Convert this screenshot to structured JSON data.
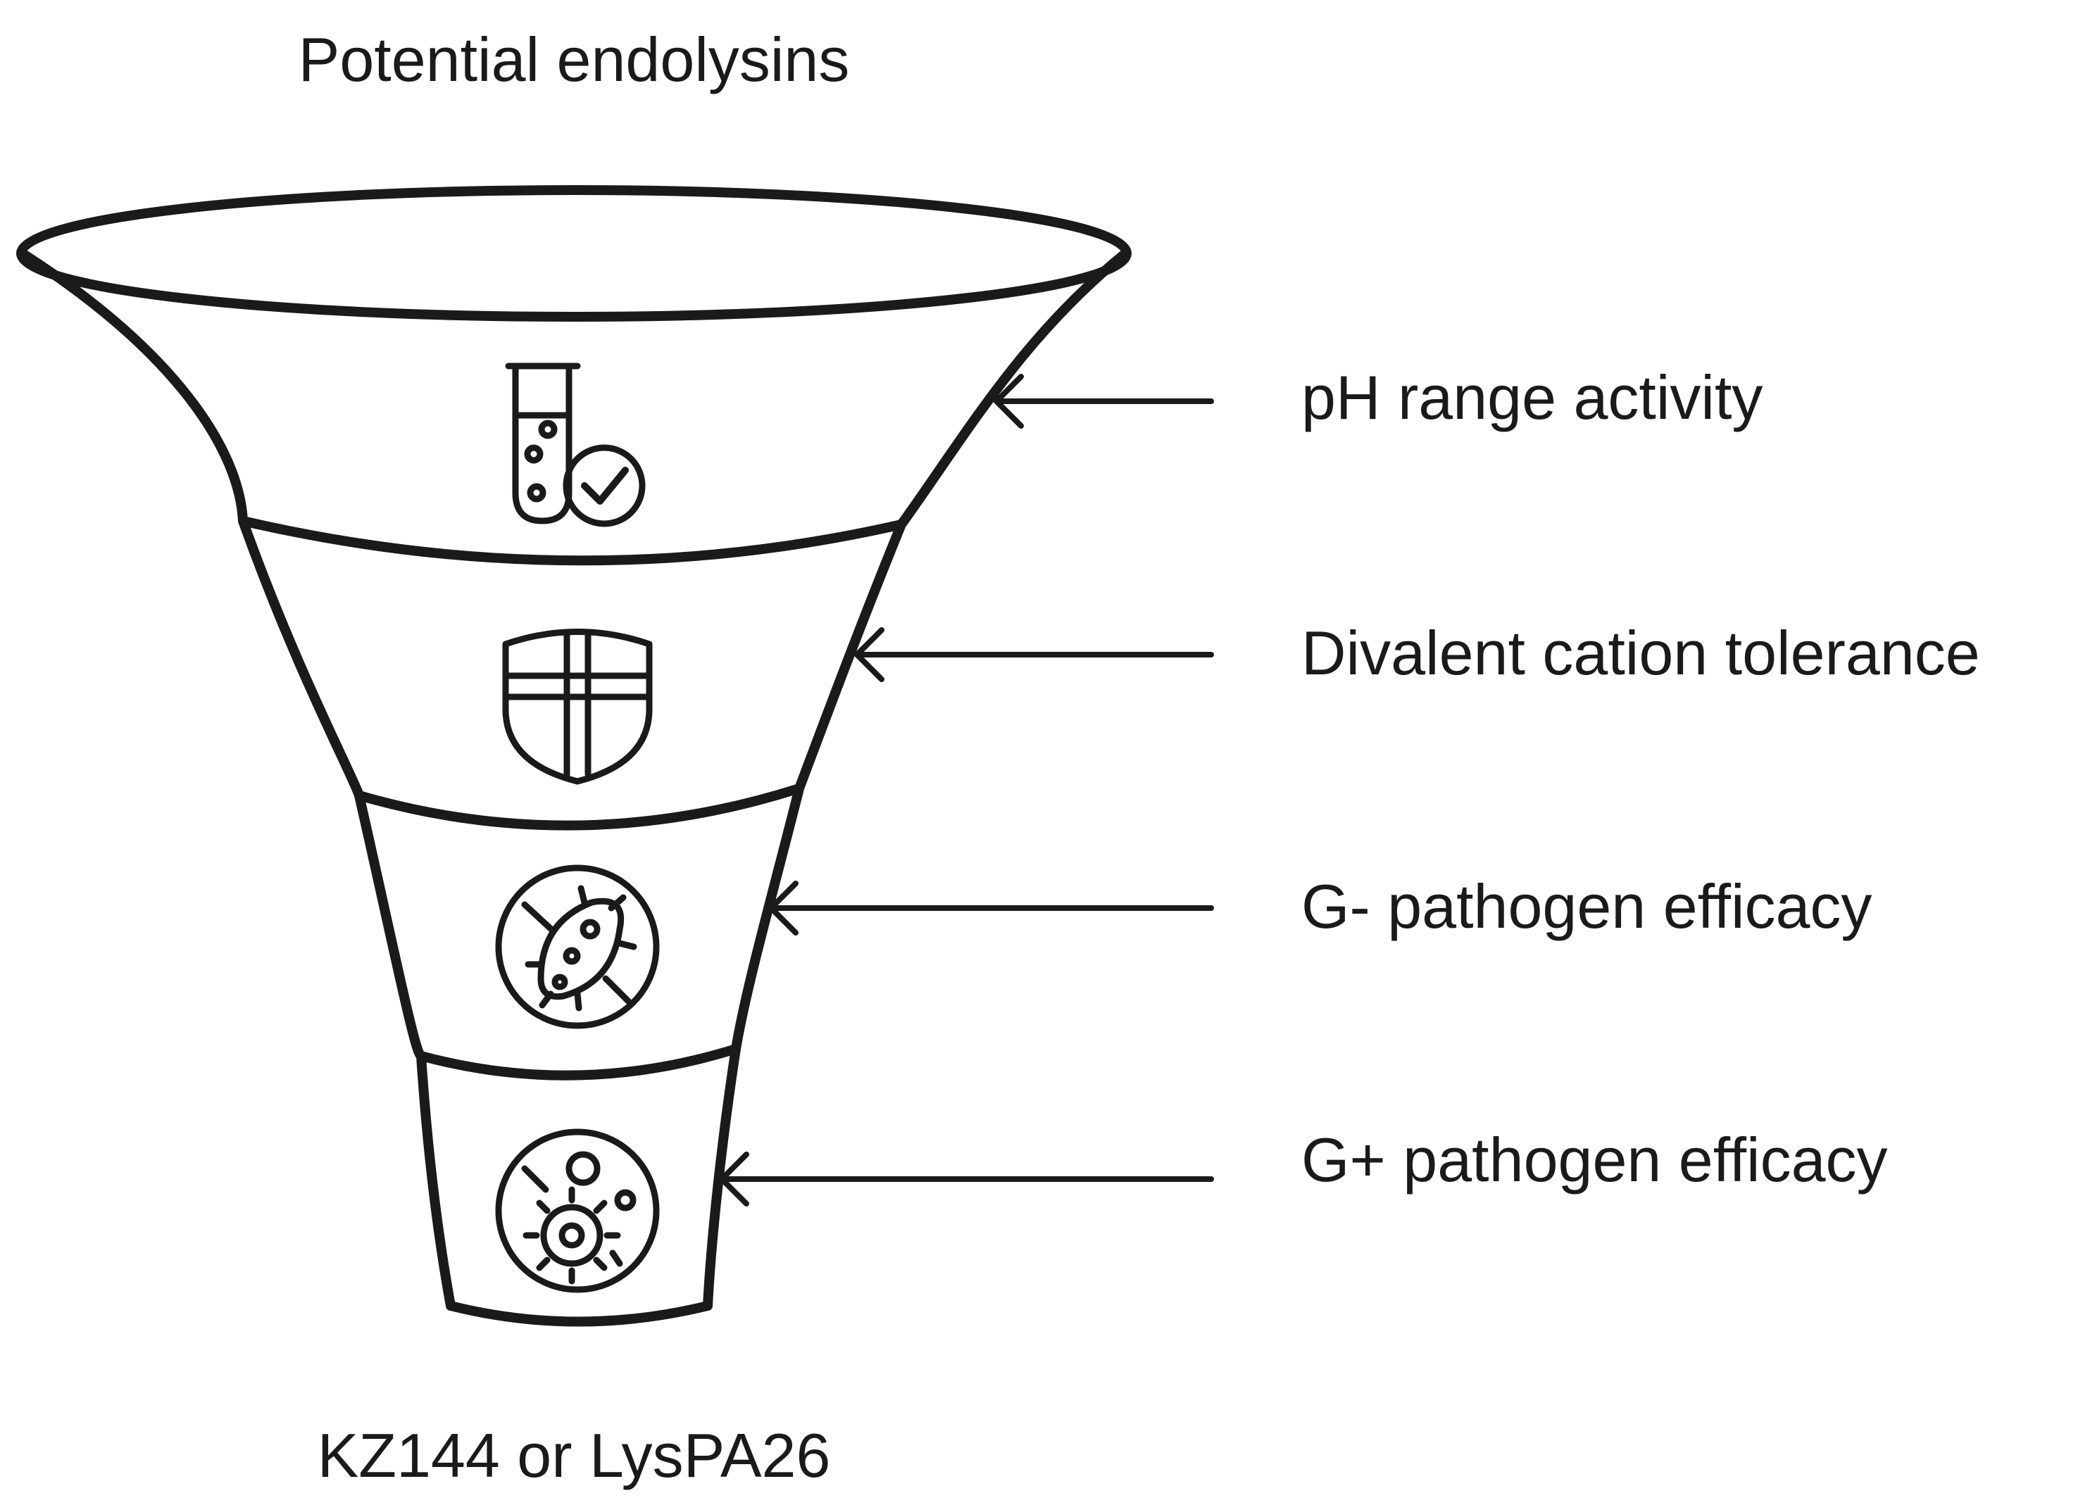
{
  "title": "Potential endolysins",
  "result": "KZ144 or LysPA26",
  "stages": [
    {
      "label": "pH range activity",
      "icon": "test-tube-check-icon"
    },
    {
      "label": "Divalent cation tolerance",
      "icon": "shield-cross-icon"
    },
    {
      "label": "G- pathogen efficacy",
      "icon": "gram-negative-bacterium-icon"
    },
    {
      "label": "G+ pathogen efficacy",
      "icon": "gram-positive-bacterium-icon"
    }
  ],
  "colors": {
    "ink": "#1a1a1a",
    "background": "#ffffff"
  }
}
